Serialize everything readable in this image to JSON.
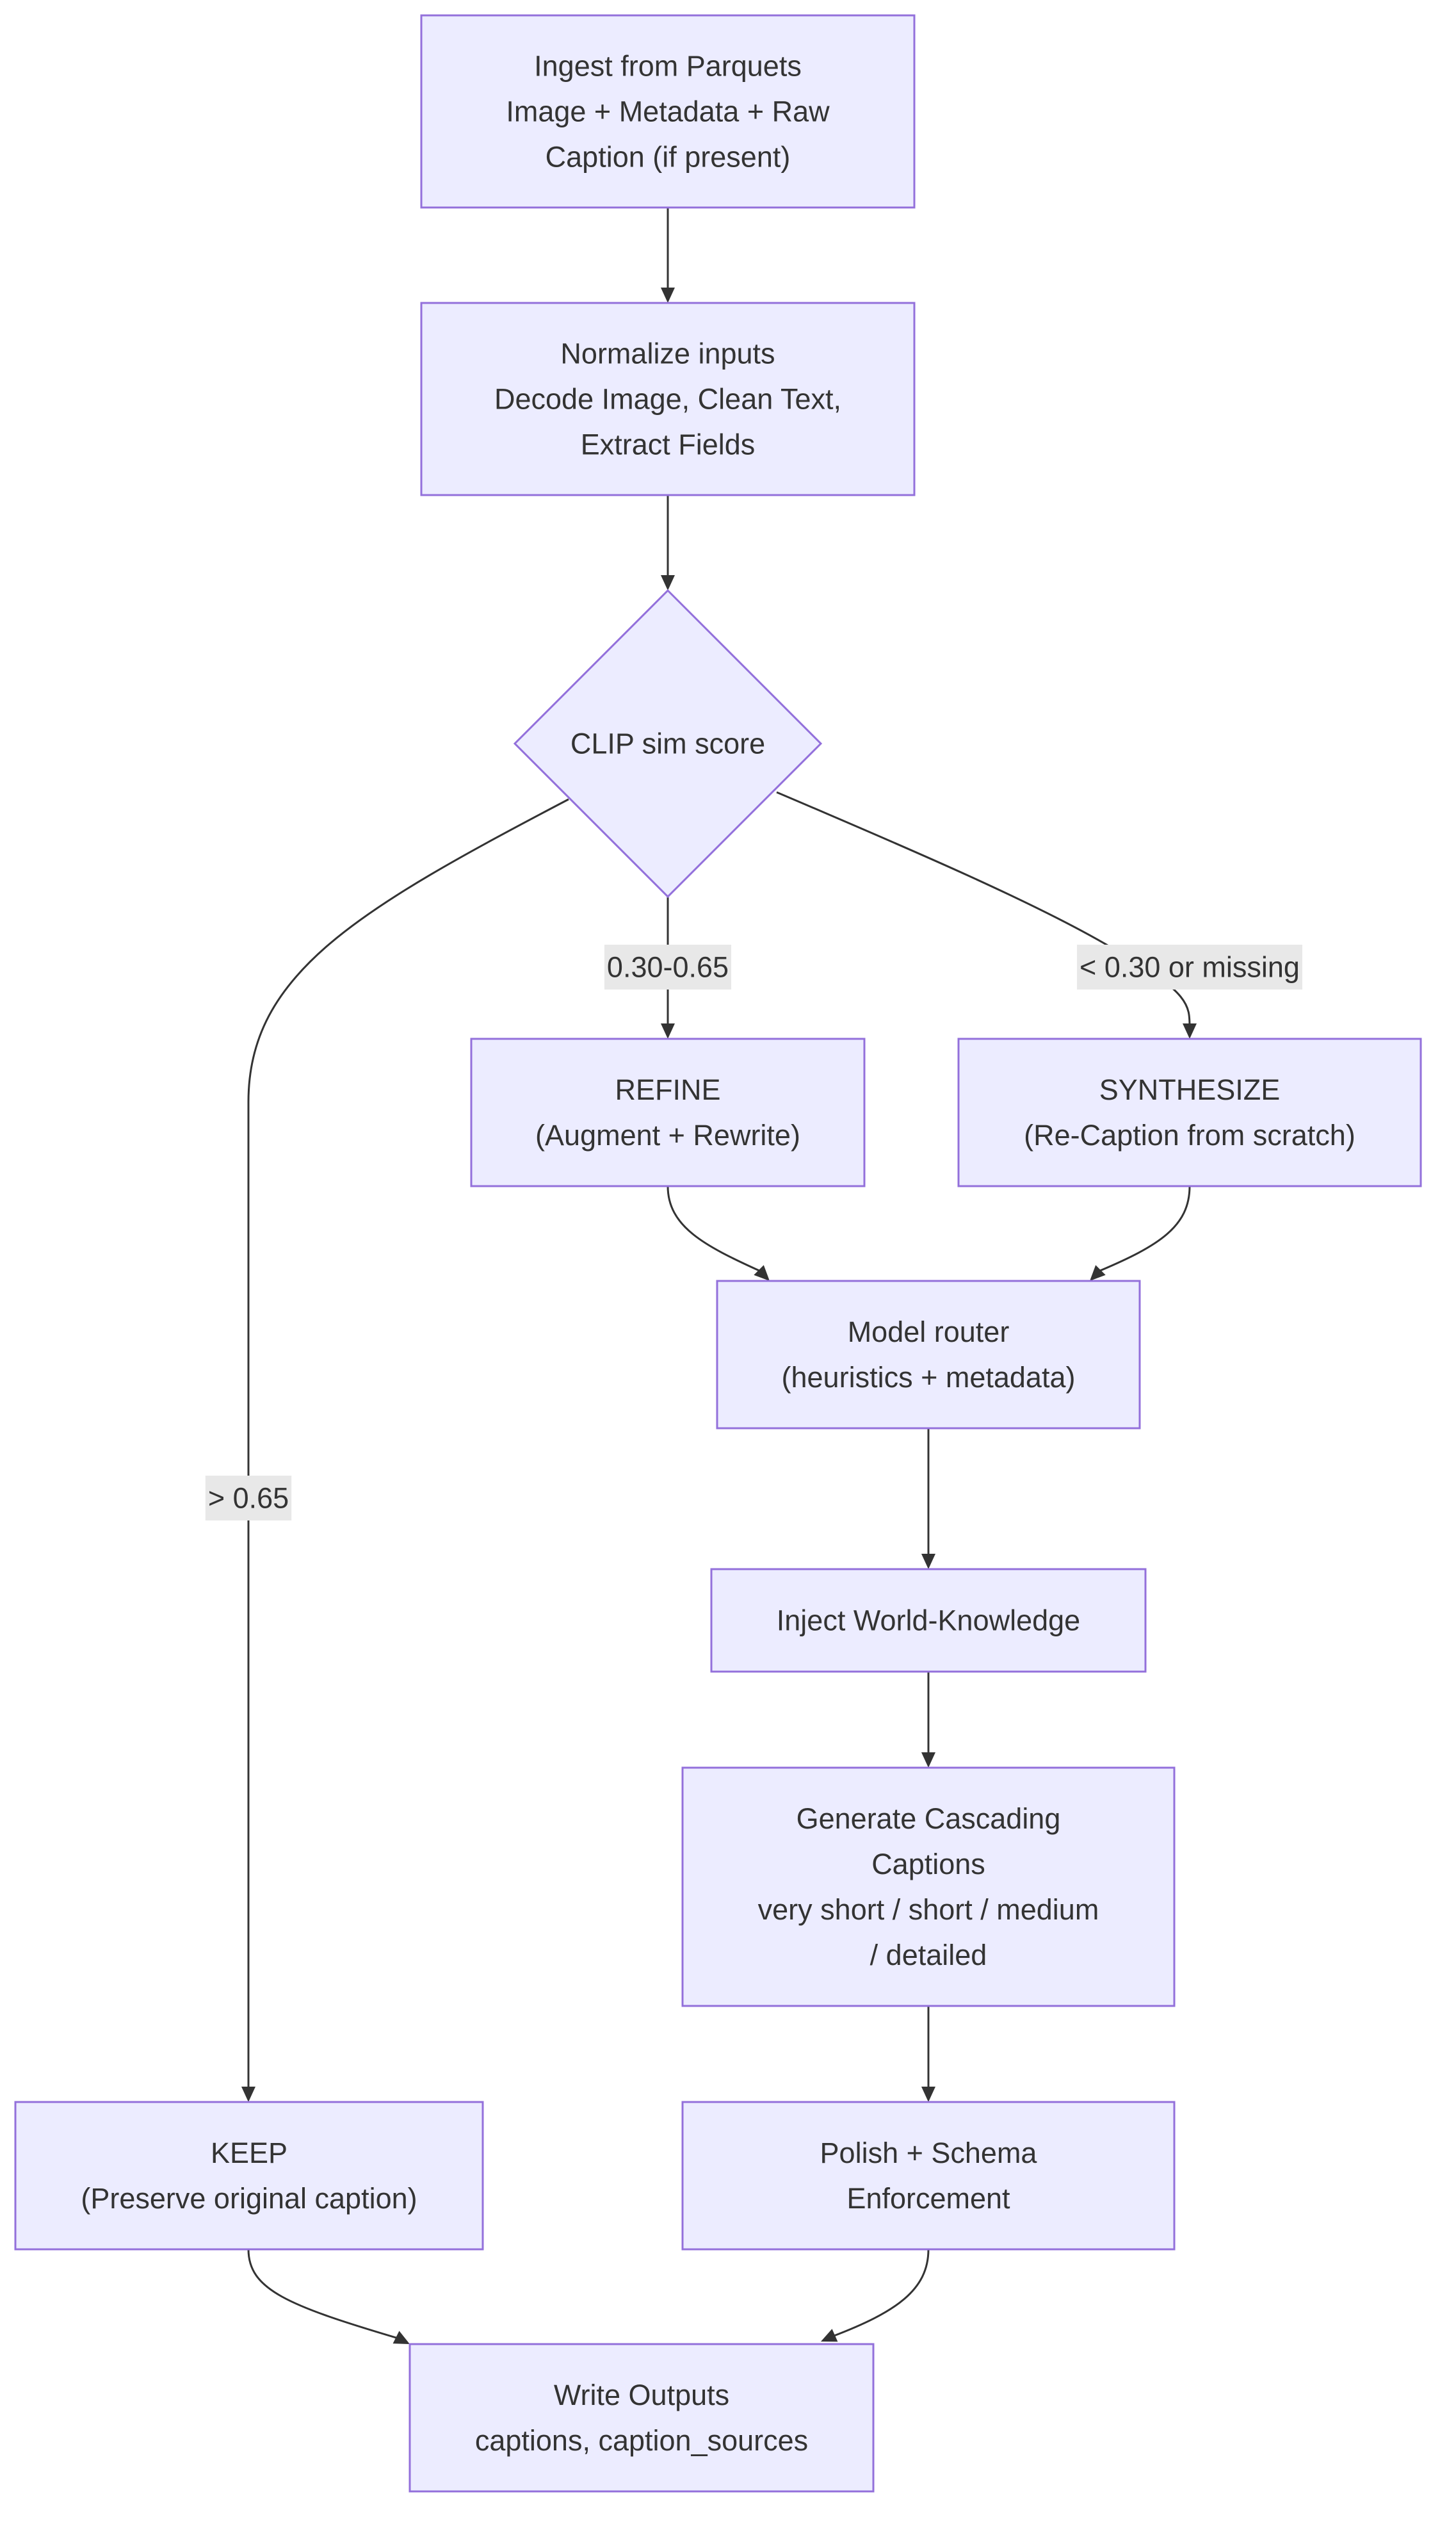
{
  "diagram": {
    "type": "flowchart",
    "direction": "top-down",
    "colors": {
      "node_fill": "#ececff",
      "node_stroke": "#9370db",
      "text": "#333333",
      "edge": "#333333",
      "edge_label_bg": "#e8e8e8",
      "background": "#ffffff"
    },
    "nodes": {
      "ingest": {
        "shape": "rect",
        "lines": [
          "Ingest from Parquets",
          "Image + Metadata + Raw",
          "Caption (if present)"
        ]
      },
      "normalize": {
        "shape": "rect",
        "lines": [
          "Normalize inputs",
          "Decode Image, Clean Text,",
          "Extract Fields"
        ]
      },
      "clip": {
        "shape": "diamond",
        "lines": [
          "CLIP sim score"
        ]
      },
      "refine": {
        "shape": "rect",
        "lines": [
          "REFINE",
          "(Augment + Rewrite)"
        ]
      },
      "synthesize": {
        "shape": "rect",
        "lines": [
          "SYNTHESIZE",
          "(Re-Caption from scratch)"
        ]
      },
      "router": {
        "shape": "rect",
        "lines": [
          "Model router",
          "(heuristics + metadata)"
        ]
      },
      "inject": {
        "shape": "rect",
        "lines": [
          "Inject World-Knowledge"
        ]
      },
      "generate": {
        "shape": "rect",
        "lines": [
          "Generate Cascading",
          "Captions",
          "very short / short / medium",
          "/ detailed"
        ]
      },
      "keep": {
        "shape": "rect",
        "lines": [
          "KEEP",
          "(Preserve original caption)"
        ]
      },
      "polish": {
        "shape": "rect",
        "lines": [
          "Polish + Schema",
          "Enforcement"
        ]
      },
      "write": {
        "shape": "rect",
        "lines": [
          "Write Outputs",
          "captions, caption_sources"
        ]
      }
    },
    "edges": [
      {
        "from": "ingest",
        "to": "normalize",
        "label": ""
      },
      {
        "from": "normalize",
        "to": "clip",
        "label": ""
      },
      {
        "from": "clip",
        "to": "keep",
        "label": "> 0.65"
      },
      {
        "from": "clip",
        "to": "refine",
        "label": "0.30-0.65"
      },
      {
        "from": "clip",
        "to": "synthesize",
        "label": "< 0.30 or missing"
      },
      {
        "from": "refine",
        "to": "router",
        "label": ""
      },
      {
        "from": "synthesize",
        "to": "router",
        "label": ""
      },
      {
        "from": "router",
        "to": "inject",
        "label": ""
      },
      {
        "from": "inject",
        "to": "generate",
        "label": ""
      },
      {
        "from": "generate",
        "to": "polish",
        "label": ""
      },
      {
        "from": "keep",
        "to": "write",
        "label": ""
      },
      {
        "from": "polish",
        "to": "write",
        "label": ""
      }
    ]
  }
}
